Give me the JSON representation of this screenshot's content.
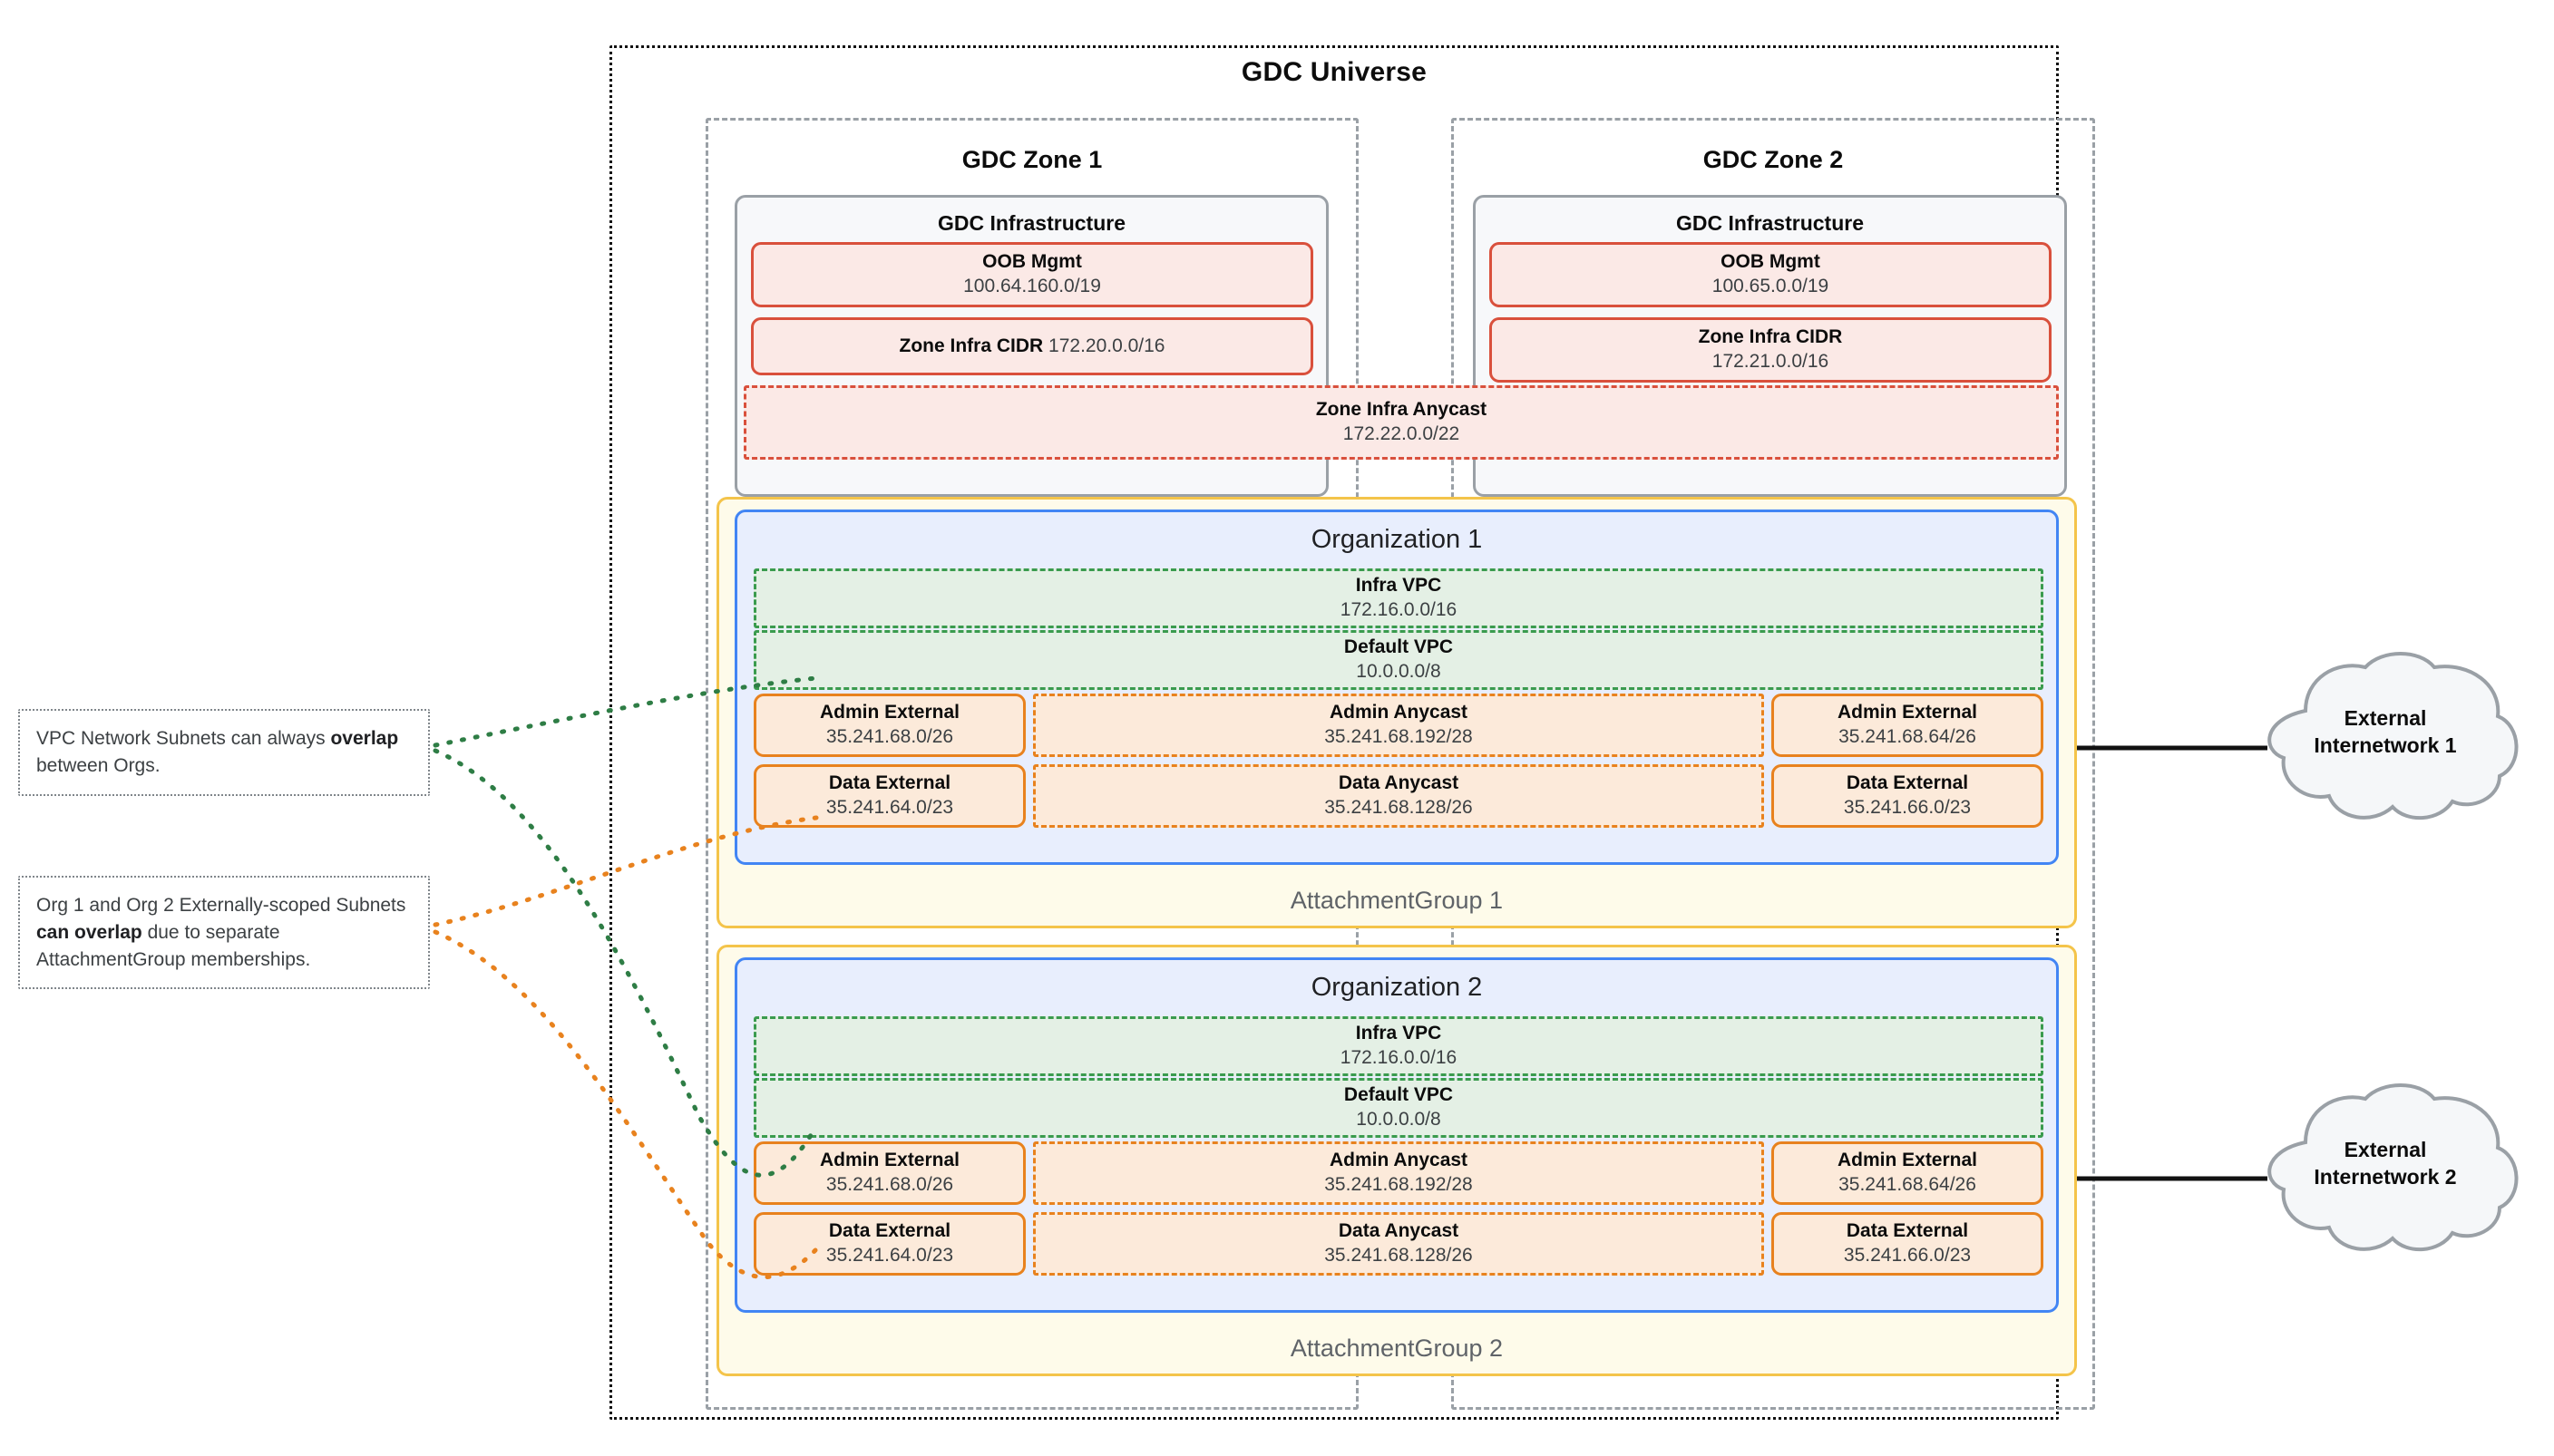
{
  "universe": {
    "title": "GDC Universe"
  },
  "zones": [
    {
      "title": "GDC Zone 1",
      "infra_title": "GDC Infrastructure",
      "oob": {
        "label": "OOB Mgmt",
        "cidr": "100.64.160.0/19"
      },
      "zone_infra_cidr": {
        "label": "Zone Infra CIDR",
        "cidr": "172.20.0.0/16"
      }
    },
    {
      "title": "GDC Zone 2",
      "infra_title": "GDC Infrastructure",
      "oob": {
        "label": "OOB Mgmt",
        "cidr": "100.65.0.0/19"
      },
      "zone_infra_cidr": {
        "label": "Zone Infra CIDR",
        "cidr": "172.21.0.0/16"
      }
    }
  ],
  "zone_infra_anycast": {
    "label": "Zone Infra Anycast",
    "cidr": "172.22.0.0/22"
  },
  "organizations": [
    {
      "title": "Organization 1",
      "attachment_group": "AttachmentGroup 1",
      "infra_vpc": {
        "label": "Infra VPC",
        "cidr": "172.16.0.0/16"
      },
      "default_vpc": {
        "label": "Default VPC",
        "cidr": "10.0.0.0/8"
      },
      "admin_external_left": {
        "label": "Admin External",
        "cidr": "35.241.68.0/26"
      },
      "admin_anycast": {
        "label": "Admin Anycast",
        "cidr": "35.241.68.192/28"
      },
      "admin_external_right": {
        "label": "Admin External",
        "cidr": "35.241.68.64/26"
      },
      "data_external_left": {
        "label": "Data External",
        "cidr": "35.241.64.0/23"
      },
      "data_anycast": {
        "label": "Data Anycast",
        "cidr": "35.241.68.128/26"
      },
      "data_external_right": {
        "label": "Data External",
        "cidr": "35.241.66.0/23"
      }
    },
    {
      "title": "Organization 2",
      "attachment_group": "AttachmentGroup 2",
      "infra_vpc": {
        "label": "Infra VPC",
        "cidr": "172.16.0.0/16"
      },
      "default_vpc": {
        "label": "Default VPC",
        "cidr": "10.0.0.0/8"
      },
      "admin_external_left": {
        "label": "Admin External",
        "cidr": "35.241.68.0/26"
      },
      "admin_anycast": {
        "label": "Admin Anycast",
        "cidr": "35.241.68.192/28"
      },
      "admin_external_right": {
        "label": "Admin External",
        "cidr": "35.241.68.64/26"
      },
      "data_external_left": {
        "label": "Data External",
        "cidr": "35.241.64.0/23"
      },
      "data_anycast": {
        "label": "Data Anycast",
        "cidr": "35.241.68.128/26"
      },
      "data_external_right": {
        "label": "Data External",
        "cidr": "35.241.66.0/23"
      }
    }
  ],
  "external_networks": [
    {
      "line1": "External",
      "line2": "Internetwork 1"
    },
    {
      "line1": "External",
      "line2": "Internetwork 2"
    }
  ],
  "notes": [
    {
      "part1": "VPC Network Subnets can always ",
      "emphasis": "overlap",
      "part2": " between Orgs."
    },
    {
      "part1": "Org 1 and Org 2 Externally-scoped Subnets ",
      "emphasis": "can overlap",
      "part2": " due to separate AttachmentGroup memberships."
    }
  ],
  "colors": {
    "universe_border": "#111111",
    "zone_border": "#9aa0a6",
    "infra_fill": "#f7f8fa",
    "cidr_red_border": "#D9503C",
    "cidr_red_fill": "#FBE9E6",
    "org_border": "#4285F4",
    "org_fill": "#E8EEFD",
    "attachment_border": "#F4C44A",
    "attachment_fill": "#FEFBEA",
    "vpc_border": "#3A9B4E",
    "vpc_fill": "#E4F0E5",
    "subnet_border": "#E8821E",
    "subnet_fill": "#FCEADA",
    "note_border": "#80868b",
    "cloud_border": "#9aa0a6",
    "cloud_fill": "#f5f7f9"
  }
}
